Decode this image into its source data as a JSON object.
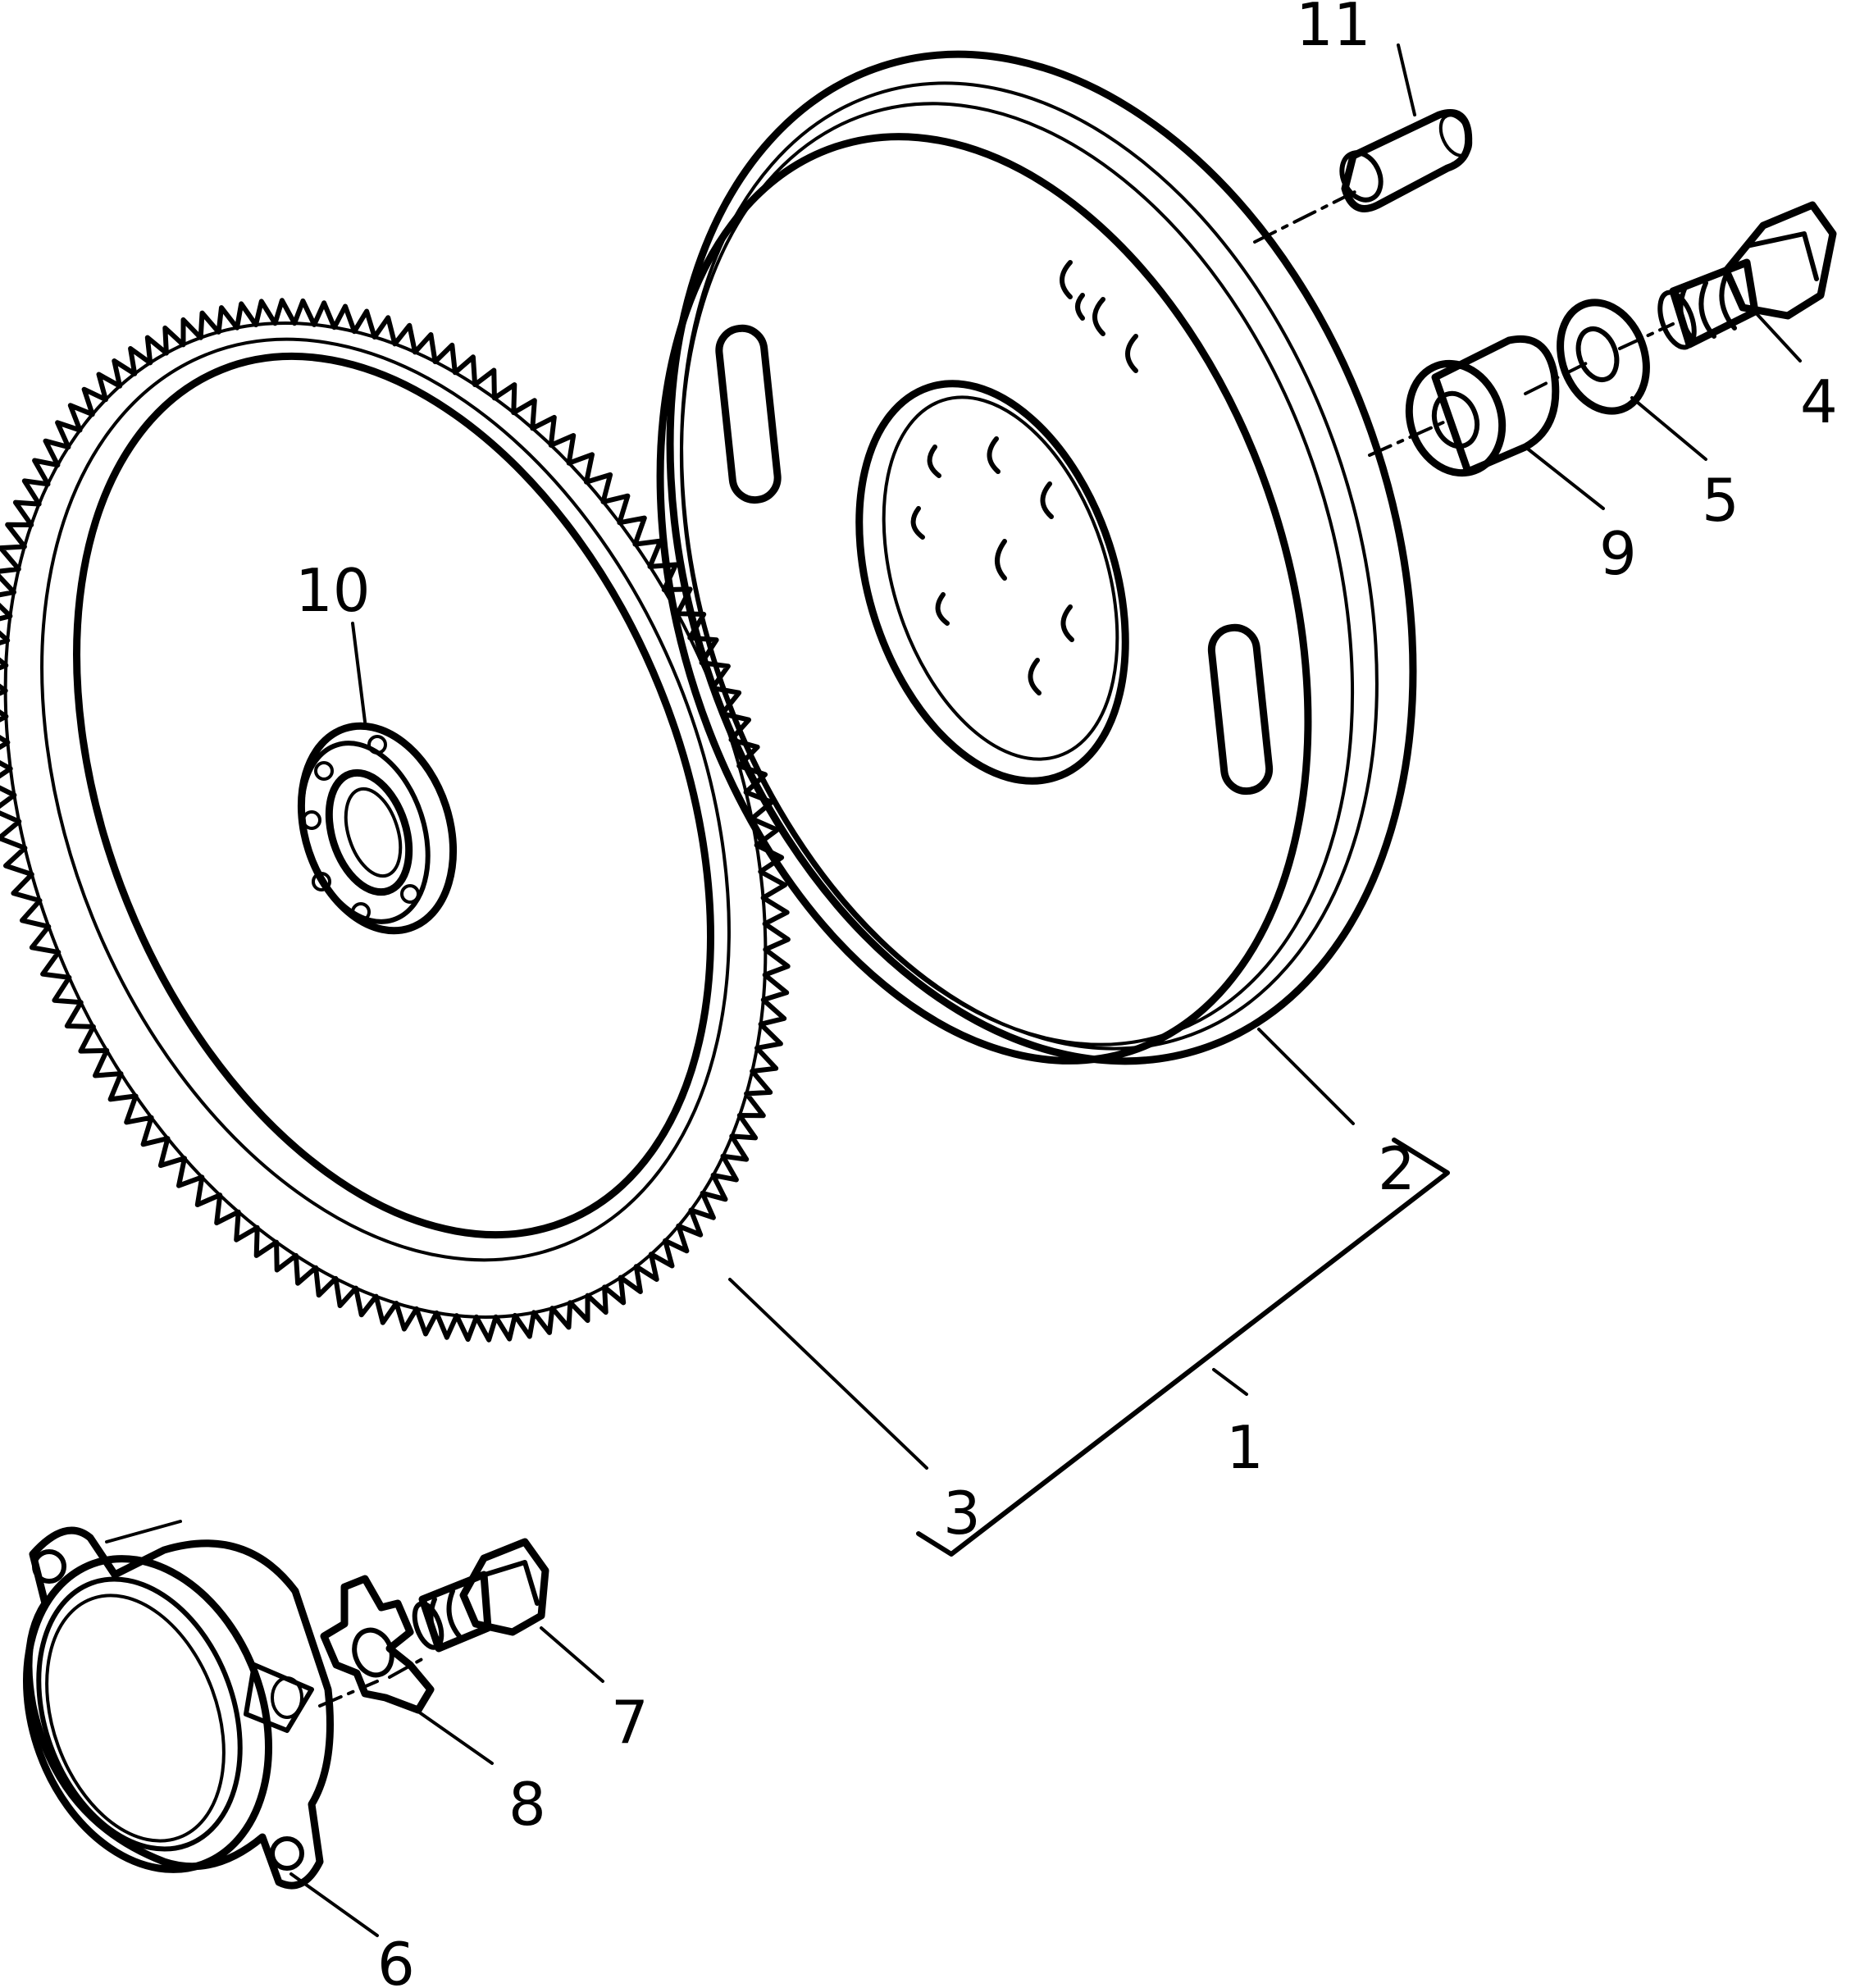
{
  "colors": {
    "line": "#000000",
    "background": "#ffffff"
  },
  "callouts": {
    "c1": "1",
    "c2": "2",
    "c3": "3",
    "c4": "4",
    "c5": "5",
    "c6": "6",
    "c7": "7",
    "c8": "8",
    "c9": "9",
    "c10": "10",
    "c11": "11"
  }
}
